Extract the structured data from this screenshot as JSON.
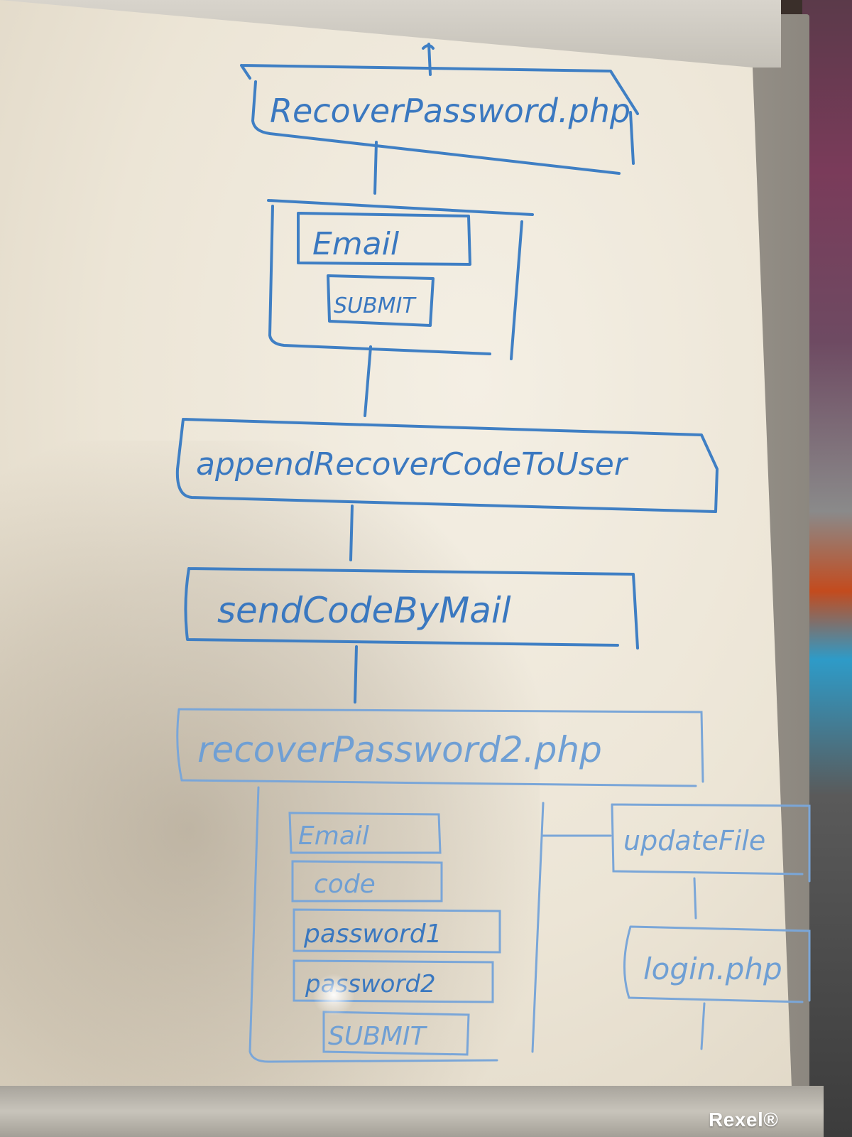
{
  "diagram": {
    "nodes": {
      "recover_page": "RecoverPassword.php",
      "email_field": "Email",
      "submit_1": "SUBMIT",
      "append_code": "appendRecoverCodeToUser",
      "send_code": "sendCodeByMail",
      "recover_page_2": "recoverPassword2.php",
      "email_field_2": "Email",
      "code_field": "code",
      "password1_field": "password1",
      "password2_field": "password2",
      "submit_2": "SUBMIT",
      "update_file": "updateFile",
      "login_page": "login.php"
    }
  },
  "brand": "Rexel®",
  "colors": {
    "ink": "#3f7fc4",
    "board": "#f1ebdf",
    "frame": "#b5b0a6"
  }
}
